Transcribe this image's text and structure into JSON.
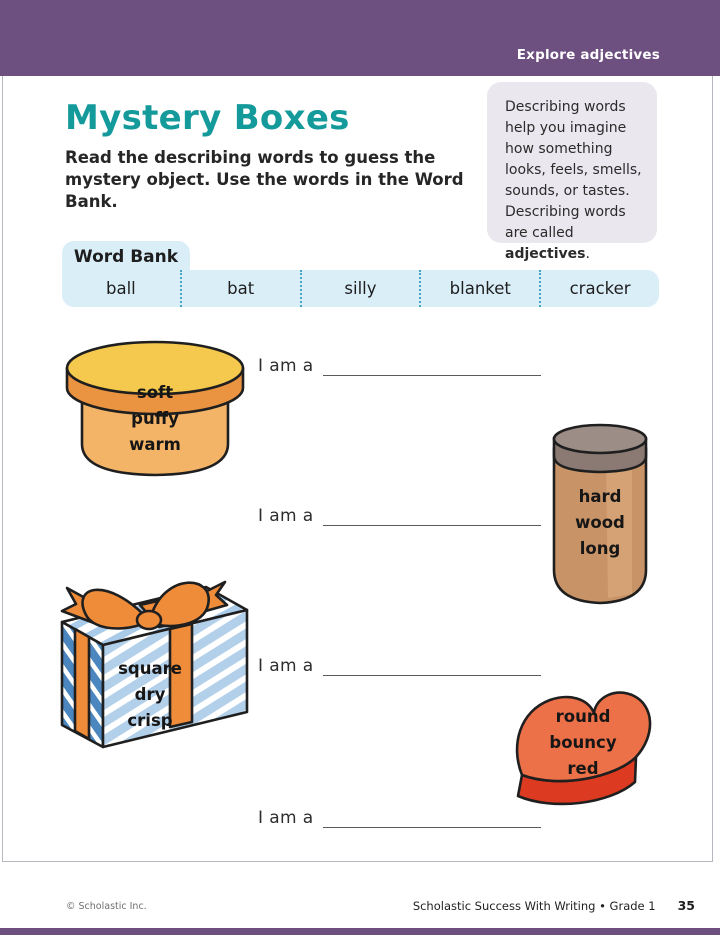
{
  "header": {
    "label": "Explore adjectives"
  },
  "title": "Mystery Boxes",
  "instructions": "Read the describing words to guess the mystery object. Use the words in the Word Bank.",
  "callout": {
    "text_before": "Describing words help you imagine how something looks, feels, smells, sounds, or tastes. Describing words are called ",
    "bold_word": "adjectives",
    "text_after": "."
  },
  "word_bank": {
    "label": "Word Bank",
    "words": [
      "ball",
      "bat",
      "silly",
      "blanket",
      "cracker"
    ]
  },
  "items": [
    {
      "object_icon": "round-box-icon",
      "adjectives": [
        "soft",
        "puffy",
        "warm"
      ],
      "prompt": "I am a",
      "answer": ""
    },
    {
      "object_icon": "wood-cylinder-icon",
      "adjectives": [
        "hard",
        "wood",
        "long"
      ],
      "prompt": "I am a",
      "answer": ""
    },
    {
      "object_icon": "striped-gift-box-icon",
      "adjectives": [
        "square",
        "dry",
        "crisp"
      ],
      "prompt": "I am a",
      "answer": ""
    },
    {
      "object_icon": "heart-box-icon",
      "adjectives": [
        "round",
        "bouncy",
        "red"
      ],
      "prompt": "I am a",
      "answer": ""
    }
  ],
  "footer": {
    "copyright": "© Scholastic Inc.",
    "series": "Scholastic Success With Writing • Grade 1",
    "page_number": "35"
  },
  "colors": {
    "header_purple": "#6d4f80",
    "title_teal": "#159a9b",
    "callout_bg": "#eae7ee",
    "wordbank_bg": "#daeef8",
    "divider_dotted": "#45a5c6",
    "box_orange_lid": "#f5c84e",
    "box_orange_rim": "#ea9340",
    "box_orange_body": "#f3b468",
    "cylinder_tan": "#c89467",
    "cylinder_cap": "#8a7a73",
    "gift_blue_dark": "#4b86bf",
    "gift_blue_light": "#b3d0ea",
    "ribbon_orange": "#ef8c3a",
    "heart_top": "#ec7048",
    "heart_side": "#dd3a22"
  }
}
